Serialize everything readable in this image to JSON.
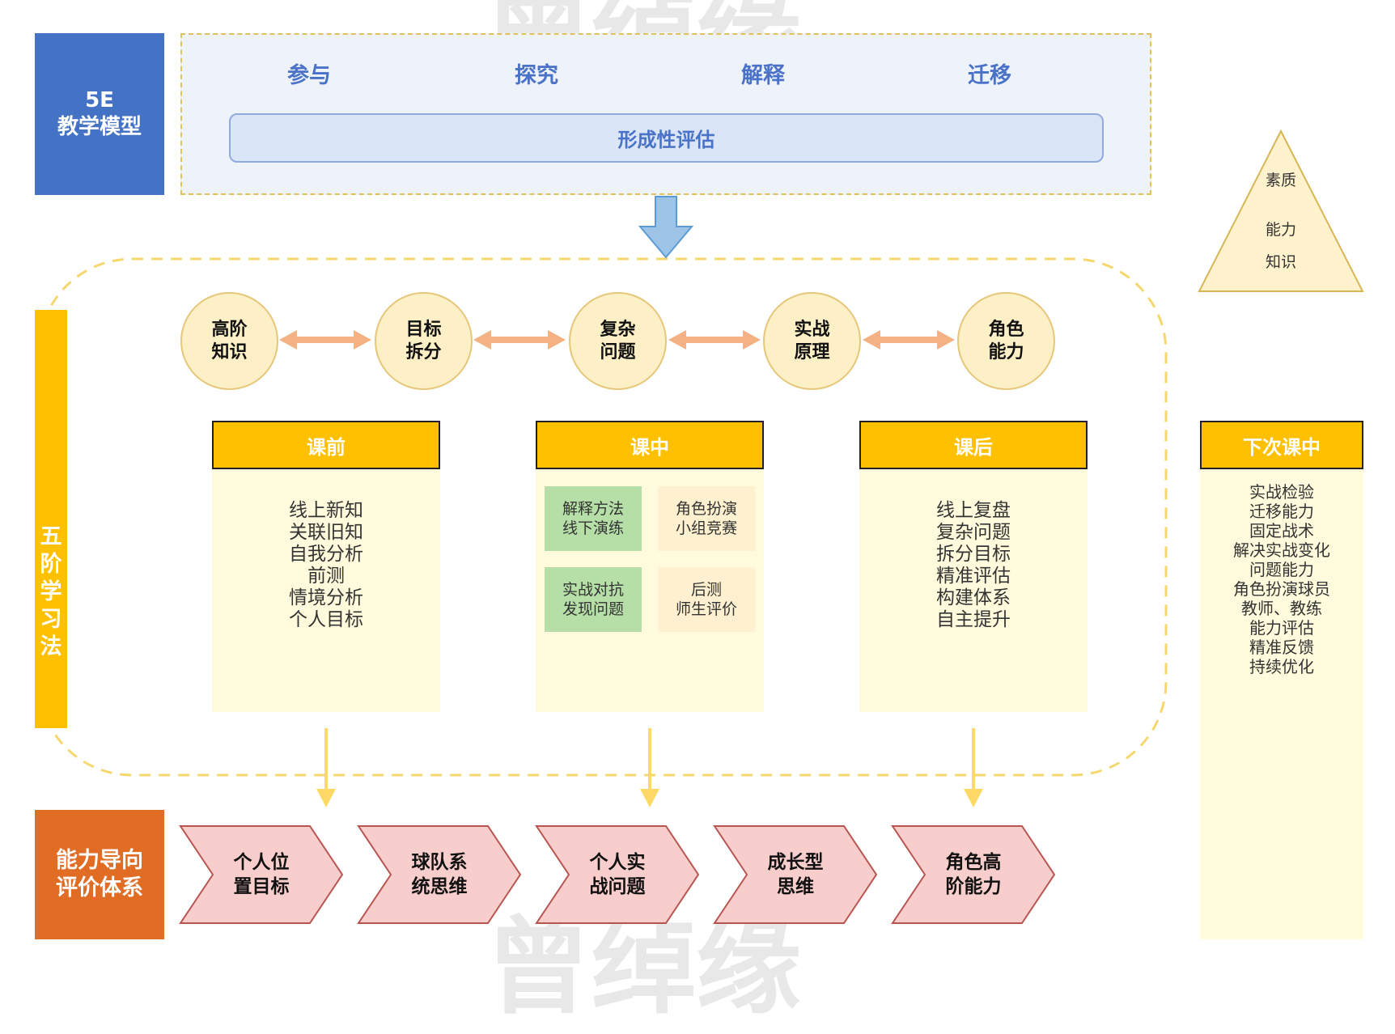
{
  "model": {
    "line1": "5E",
    "line2": "教学模型"
  },
  "phases": [
    "参与",
    "探究",
    "解释",
    "迁移"
  ],
  "formative": "形成性评估",
  "stage_label": [
    "五",
    "阶",
    "学",
    "习",
    "法"
  ],
  "circles": [
    {
      "line1": "高阶",
      "line2": "知识"
    },
    {
      "line1": "目标",
      "line2": "拆分"
    },
    {
      "line1": "复杂",
      "line2": "问题"
    },
    {
      "line1": "实战",
      "line2": "原理"
    },
    {
      "line1": "角色",
      "line2": "能力"
    }
  ],
  "before": {
    "title": "课前",
    "items": [
      "线上新知",
      "关联旧知",
      "自我分析",
      "前测",
      "情境分析",
      "个人目标"
    ]
  },
  "during": {
    "title": "课中",
    "cells": [
      {
        "line1": "解释方法",
        "line2": "线下演练"
      },
      {
        "line1": "角色扮演",
        "line2": "小组竞赛"
      },
      {
        "line1": "实战对抗",
        "line2": "发现问题"
      },
      {
        "line1": "后测",
        "line2": "师生评价"
      }
    ]
  },
  "after": {
    "title": "课后",
    "items": [
      "线上复盘",
      "复杂问题",
      "拆分目标",
      "精准评估",
      "构建体系",
      "自主提升"
    ]
  },
  "triangle": {
    "top": "素质",
    "middle": "能力",
    "bottom": "知识"
  },
  "next": {
    "title": "下次课中",
    "items": [
      "实战检验",
      "迁移能力",
      "固定战术",
      "解决实战变化",
      "问题能力",
      "角色扮演球员",
      "教师、教练",
      "能力评估",
      "精准反馈",
      "持续优化"
    ]
  },
  "evaluation": {
    "line1": "能力导向",
    "line2": "评价体系"
  },
  "chevrons": [
    {
      "line1": "个人位",
      "line2": "置目标"
    },
    {
      "line1": "球队系",
      "line2": "统思维"
    },
    {
      "line1": "个人实",
      "line2": "战问题"
    },
    {
      "line1": "成长型",
      "line2": "思维"
    },
    {
      "line1": "角色高",
      "line2": "阶能力"
    }
  ],
  "watermark": "曾绰缘",
  "colors": {
    "blue": "#4472c4",
    "gold": "#ffc000",
    "orange": "#e16c24",
    "pink": "#f8c9c9",
    "arrow": "#f4b183"
  }
}
